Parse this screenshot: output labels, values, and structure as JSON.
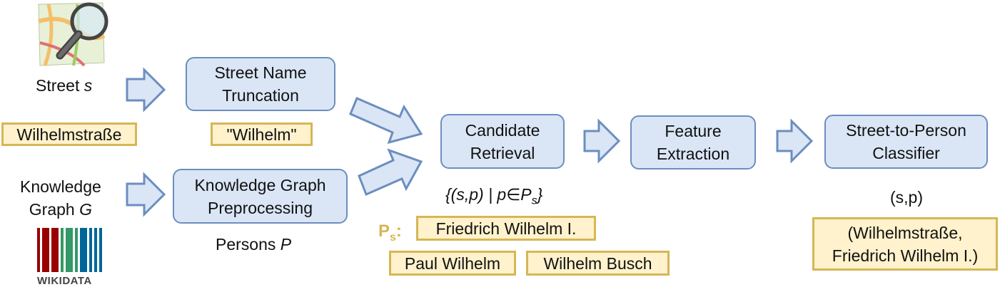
{
  "inputs": {
    "street_label": "Street",
    "street_var": "s",
    "street_example": "Wilhelmstraße",
    "kg_label_line1": "Knowledge",
    "kg_label_line2": "Graph",
    "kg_var": "G",
    "wikidata_logo_text": "WIKIDATA"
  },
  "boxes": {
    "truncation": [
      "Street Name",
      "Truncation"
    ],
    "kg_preprocessing": [
      "Knowledge Graph",
      "Preprocessing"
    ],
    "candidate_retrieval": [
      "Candidate",
      "Retrieval"
    ],
    "feature_extraction": [
      "Feature",
      "Extraction"
    ],
    "classifier": [
      "Street-to-Person",
      "Classifier"
    ]
  },
  "labels": {
    "truncated_example": "\"Wilhelm\"",
    "persons_label": "Persons",
    "persons_var": "P",
    "candidate_set_formula": "{(s,p) | p∈P",
    "candidate_set_sub": "s",
    "candidate_set_close": "}",
    "ps_label": "P",
    "ps_sub": "s",
    "ps_colon": ":",
    "pair_label": "(s,p)"
  },
  "examples": {
    "candidates": [
      "Friedrich Wilhelm I.",
      "Paul Wilhelm",
      "Wilhelm Busch"
    ],
    "result_line1": "(Wilhelmstraße,",
    "result_line2": "Friedrich Wilhelm I.)"
  },
  "colors": {
    "process_fill": "#dae6f6",
    "process_border": "#6c8ebf",
    "example_fill": "#fff2cc",
    "example_border": "#d6b656",
    "arrow_fill": "#dae6f6",
    "arrow_stroke": "#6c8ebf"
  },
  "icons": [
    "osm-map-magnifier-icon",
    "wikidata-barcode-logo"
  ]
}
